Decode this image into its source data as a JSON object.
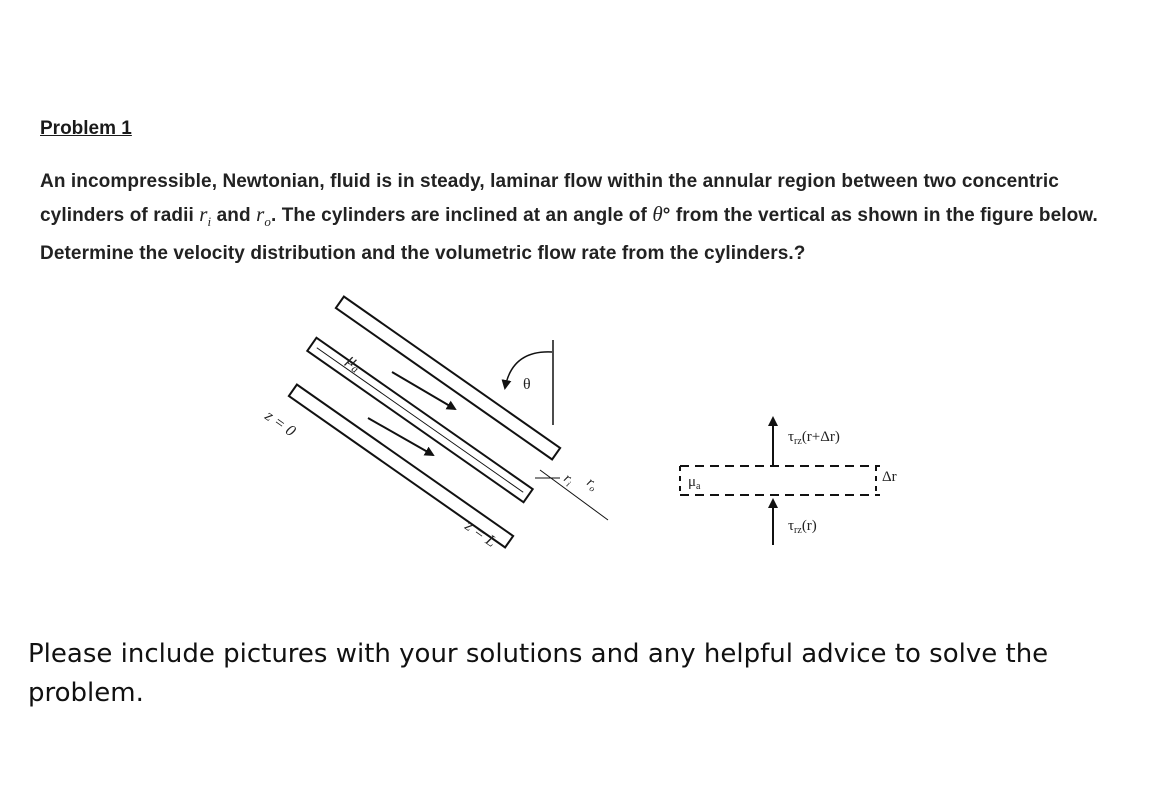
{
  "problem": {
    "heading": "Problem 1",
    "text_part1": "An incompressible, Newtonian, fluid is in steady, laminar flow within the annular region between two concentric cylinders of radii ",
    "r_inner_symbol": "r",
    "r_inner_sub": "i",
    "text_and": " and ",
    "r_outer_symbol": "r",
    "r_outer_sub": "o",
    "text_part2": ". The cylinders are inclined at an angle of ",
    "theta_symbol": "θ",
    "degree": "°",
    "text_part3": " from the vertical as shown in the figure below. Determine the velocity distribution and the volumetric flow rate from the cylinders.?"
  },
  "figure_left": {
    "mu_label": "μ",
    "mu_sub": "a",
    "theta_label": "θ",
    "z0_label": "z = 0",
    "zL_label": "z = L",
    "ri_label": "r",
    "ri_sub": "i",
    "ro_label": "r",
    "ro_sub": "o"
  },
  "figure_right": {
    "tau_top_symbol": "τ",
    "tau_top_sub": "rz",
    "tau_top_arg": "(r+Δr)",
    "tau_bottom_symbol": "τ",
    "tau_bottom_sub": "rz",
    "tau_bottom_arg": "(r)",
    "mu_label": "μ",
    "mu_sub": "a",
    "dr_label": "Δr"
  },
  "footer": {
    "text": "Please include pictures with your solutions and any helpful advice to solve the problem."
  }
}
